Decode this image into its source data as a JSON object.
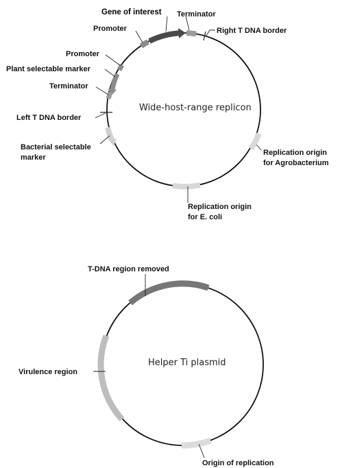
{
  "plasmid1": {
    "center": "Wide-host-range replicon",
    "labels": {
      "gene_of_interest": "Gene of interest",
      "terminator_top": "Terminator",
      "promoter_top": "Promoter",
      "right_border": "Right T DNA border",
      "promoter_left": "Promoter",
      "plant_marker": "Plant selectable marker",
      "terminator_left": "Terminator",
      "left_border": "Left T DNA border",
      "bacterial_marker_1": "Bacterial selectable",
      "bacterial_marker_2": "marker",
      "ori_agro_1": "Replication origin",
      "ori_agro_2": "for Agrobacterium",
      "ori_ecoli_1": "Replication origin",
      "ori_ecoli_2": "for E. coli"
    }
  },
  "plasmid2": {
    "center": "Helper Ti plasmid",
    "labels": {
      "tdna_removed": "T-DNA region removed",
      "virulence": "Virulence region",
      "origin": "Origin of replication"
    }
  },
  "colors": {
    "dark_gene": "#4a4a4a",
    "medium_gray": "#8c8c8c",
    "light_gray": "#d0d0d0",
    "ring": "#111111"
  }
}
